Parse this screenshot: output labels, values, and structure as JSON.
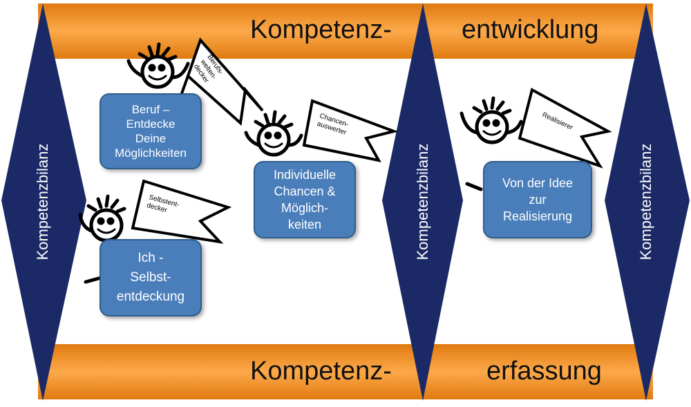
{
  "top_band": {
    "left": "Kompetenz-",
    "right": "entwicklung"
  },
  "bottom_band": {
    "left": "Kompetenz-",
    "right": "erfassung"
  },
  "side_labels": {
    "left": "Kompetenzbilanz",
    "middle": "Kompetenzbilanz",
    "right": "Kompetenzbilanz"
  },
  "boxes": {
    "beruf": "Beruf –\nEntdecke\nDeine\nMöglichkeiten",
    "chancen": "Individuelle\nChancen &\nMöglich-\nkeiten",
    "ich": "Ich -\nSelbst-\nentdeckung",
    "idee": "Von der Idee\nzur\nRealisierung"
  },
  "flags": {
    "berufsweltentdecker": [
      "Berufs-",
      "welten-",
      "decker"
    ],
    "chancenauswerter": [
      "Chancen-",
      "auswerter"
    ],
    "selbstentdecker": [
      "Selbstent-",
      "decker"
    ],
    "realisierer": [
      "Realisierer"
    ]
  },
  "colors": {
    "band": "#f7921e",
    "chevron": "#1b2a66",
    "box": "#4a7ebb"
  }
}
